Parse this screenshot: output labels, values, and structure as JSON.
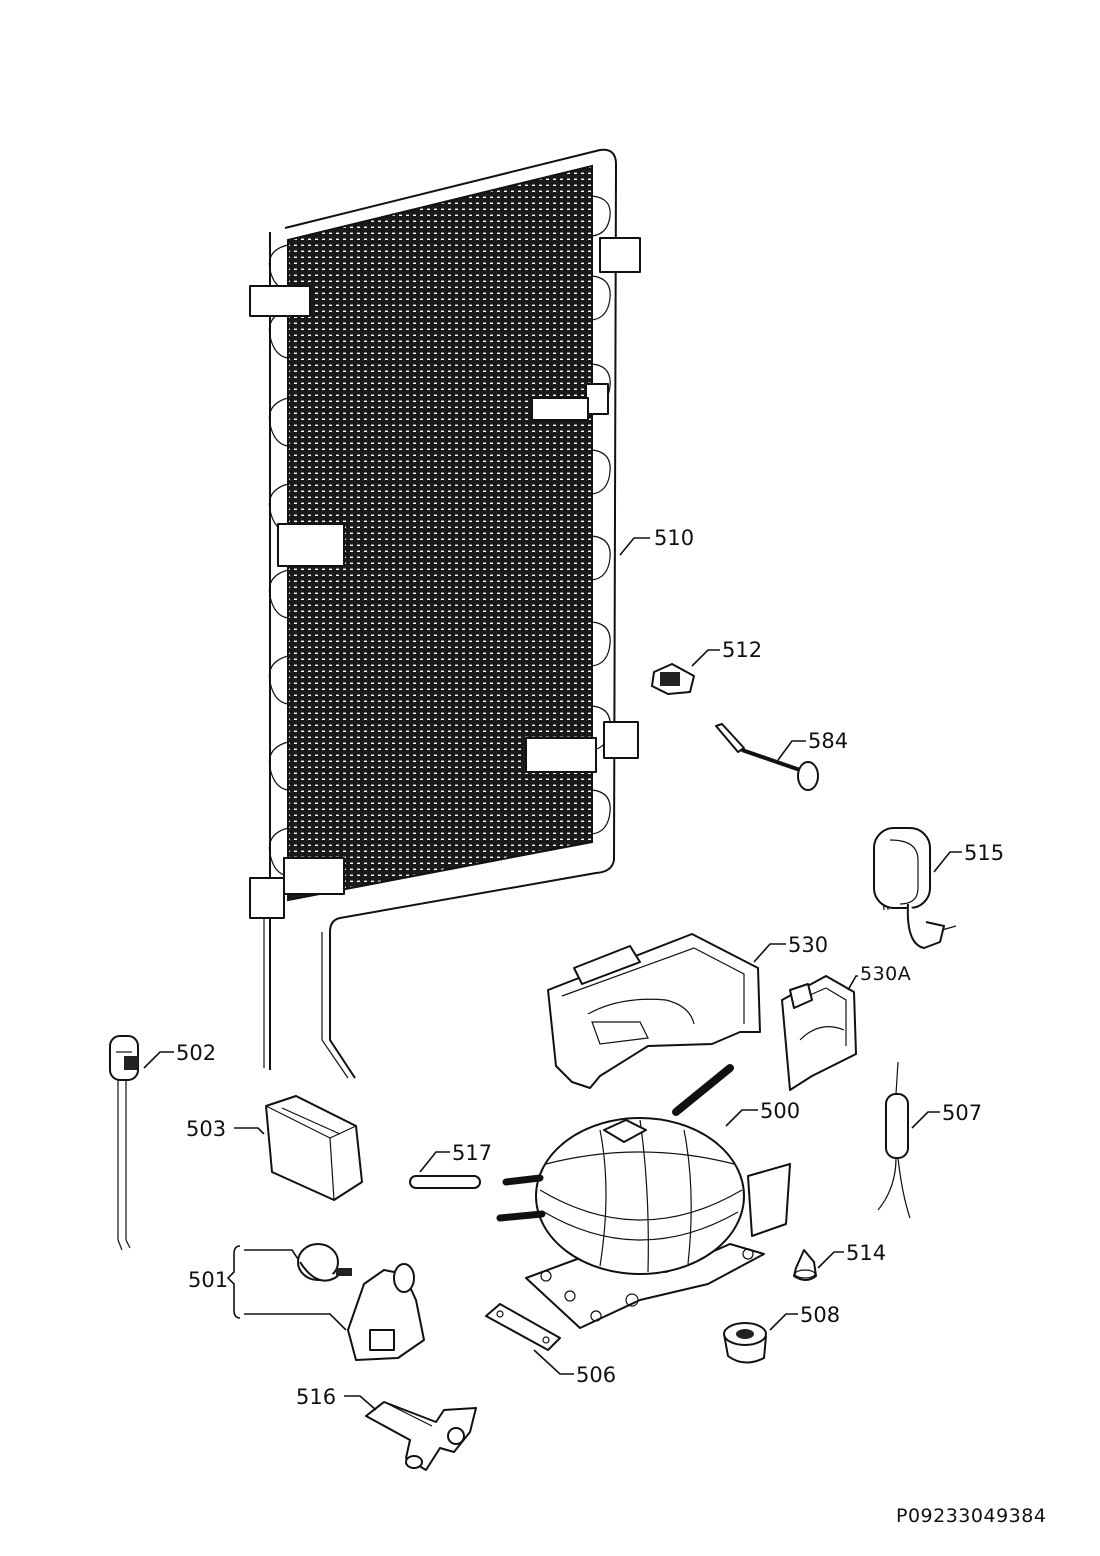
{
  "diagram": {
    "reference_code": "P09233049384",
    "colors": {
      "line": "#111111",
      "background": "#ffffff"
    },
    "parts": [
      {
        "id": "510",
        "label": "510"
      },
      {
        "id": "512",
        "label": "512"
      },
      {
        "id": "584",
        "label": "584"
      },
      {
        "id": "515",
        "label": "515"
      },
      {
        "id": "530",
        "label": "530"
      },
      {
        "id": "530A",
        "label": "530A"
      },
      {
        "id": "502",
        "label": "502"
      },
      {
        "id": "503",
        "label": "503"
      },
      {
        "id": "517",
        "label": "517"
      },
      {
        "id": "500",
        "label": "500"
      },
      {
        "id": "507",
        "label": "507"
      },
      {
        "id": "501",
        "label": "501"
      },
      {
        "id": "514",
        "label": "514"
      },
      {
        "id": "508",
        "label": "508"
      },
      {
        "id": "506",
        "label": "506"
      },
      {
        "id": "516",
        "label": "516"
      }
    ]
  }
}
